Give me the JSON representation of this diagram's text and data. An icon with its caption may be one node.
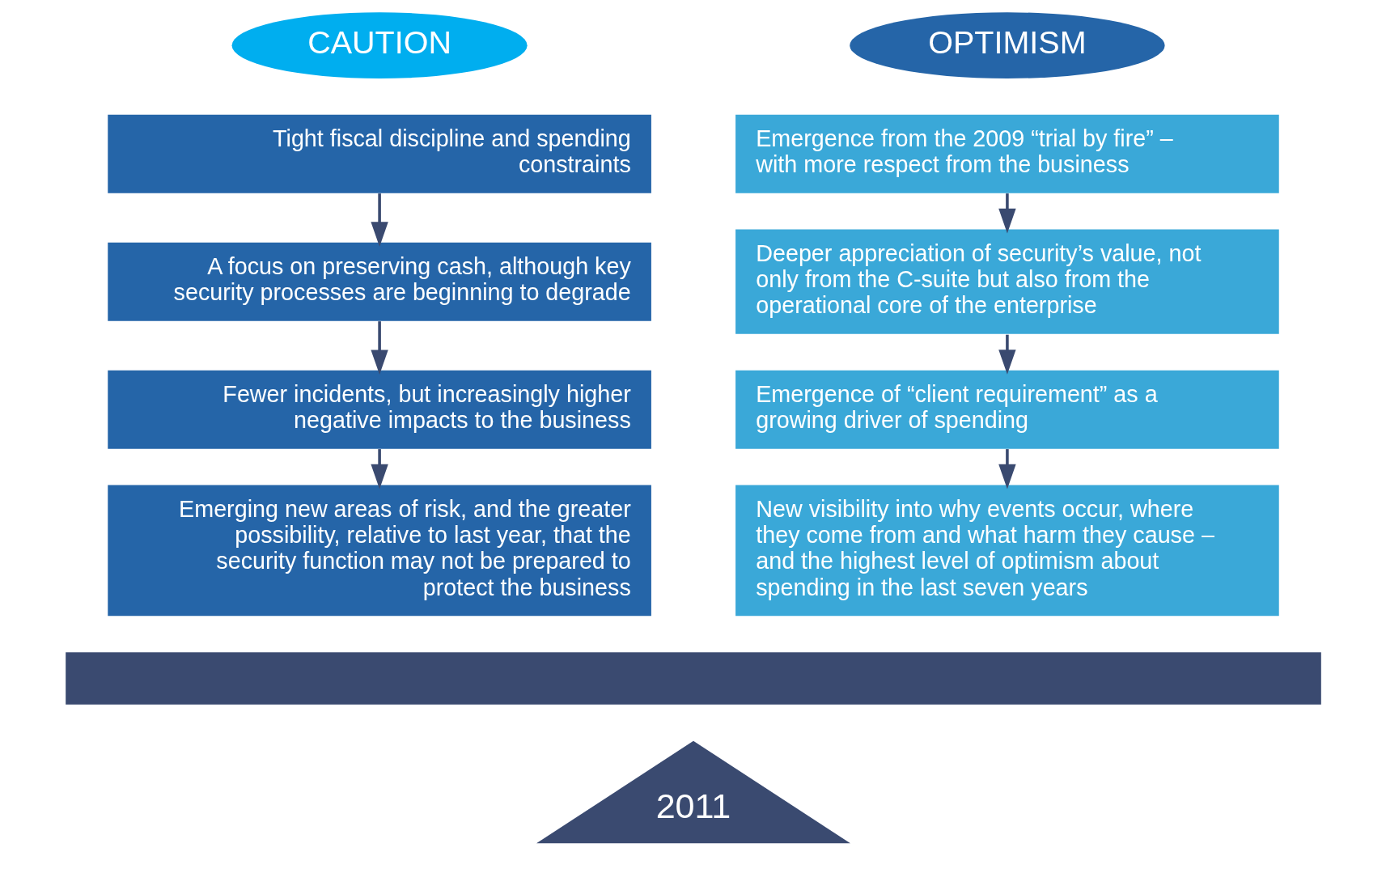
{
  "diagram": {
    "nodes": [
      {
        "text": [
          "CAUTION"
        ]
      },
      {
        "text": [
          "Tight fiscal discipline and spending constraints"
        ]
      },
      {
        "text": [
          "A focus on preserving cash, although key security processes are beginning to degrade"
        ]
      },
      {
        "text": [
          "Fewer incidents, but increasingly higher negative impacts to the business"
        ]
      },
      {
        "text": [
          "Emerging new areas of risk, and the greater possibility, relative to last year, that the security function may not be prepared to protect the business"
        ]
      },
      {
        "text": [
          "OPTIMISM"
        ]
      },
      {
        "text": [
          "Emergence from the 2009 “trial by fire” – with more respect from the business"
        ]
      },
      {
        "text": [
          "Deeper appreciation of security’s value, not only from the C-suite but also from the operational core of the enterprise"
        ]
      },
      {
        "text": [
          "Emergence of “client requirement” as a growing driver of spending"
        ]
      },
      {
        "text": [
          "New visibility into why events occur, where they come from and what harm they cause – and the highest level of optimism about spending in the last seven years"
        ]
      },
      {
        "text": [],
        "shape": "bar"
      },
      {
        "text": [
          "2011"
        ]
      }
    ],
    "edges": [
      {
        "from": 1,
        "to": 2,
        "arrow": "to"
      },
      {
        "from": 2,
        "to": 3,
        "arrow": "to"
      },
      {
        "from": 3,
        "to": 4,
        "arrow": "to"
      },
      {
        "from": 6,
        "to": 7,
        "arrow": "to"
      },
      {
        "from": 7,
        "to": 8,
        "arrow": "to"
      },
      {
        "from": 8,
        "to": 9,
        "arrow": "to"
      }
    ]
  }
}
